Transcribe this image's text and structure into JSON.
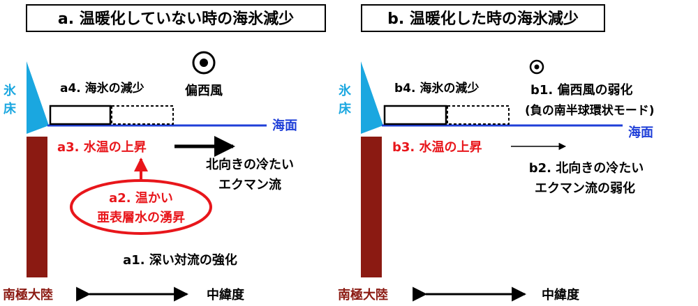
{
  "colors": {
    "ice": "#1aa7e0",
    "land": "#8b1a12",
    "sea": "#1f3fd8",
    "warm": "#e8161b",
    "ink": "#000000"
  },
  "panel_a": {
    "title": "a. 温暖化していない時の海氷減少",
    "ice_shelf_line1": "氷",
    "ice_shelf_line2": "床",
    "westerly": "偏西風",
    "sea_ice_loss": "a4. 海氷の減少",
    "sea_surface": "海面",
    "water_temp_rise": "a3. 水温の上昇",
    "ekman_line1": "北向きの冷たい",
    "ekman_line2": "エクマン流",
    "upwelling_line1": "a2. 温かい",
    "upwelling_line2": "亜表層水の湧昇",
    "convection": "a1. 深い対流の強化",
    "antarctica": "南極大陸",
    "mid_latitude": "中緯度"
  },
  "panel_b": {
    "title": "b. 温暖化した時の海氷減少",
    "ice_shelf_line1": "氷",
    "ice_shelf_line2": "床",
    "sea_ice_loss": "b4. 海氷の減少",
    "westerly_line1": "b1. 偏西風の弱化",
    "westerly_line2": "(負の南半球環状モード)",
    "sea_surface": "海面",
    "water_temp_rise": "b3. 水温の上昇",
    "ekman_line1": "b2. 北向きの冷たい",
    "ekman_line2": "エクマン流の弱化",
    "antarctica": "南極大陸",
    "mid_latitude": "中緯度"
  }
}
